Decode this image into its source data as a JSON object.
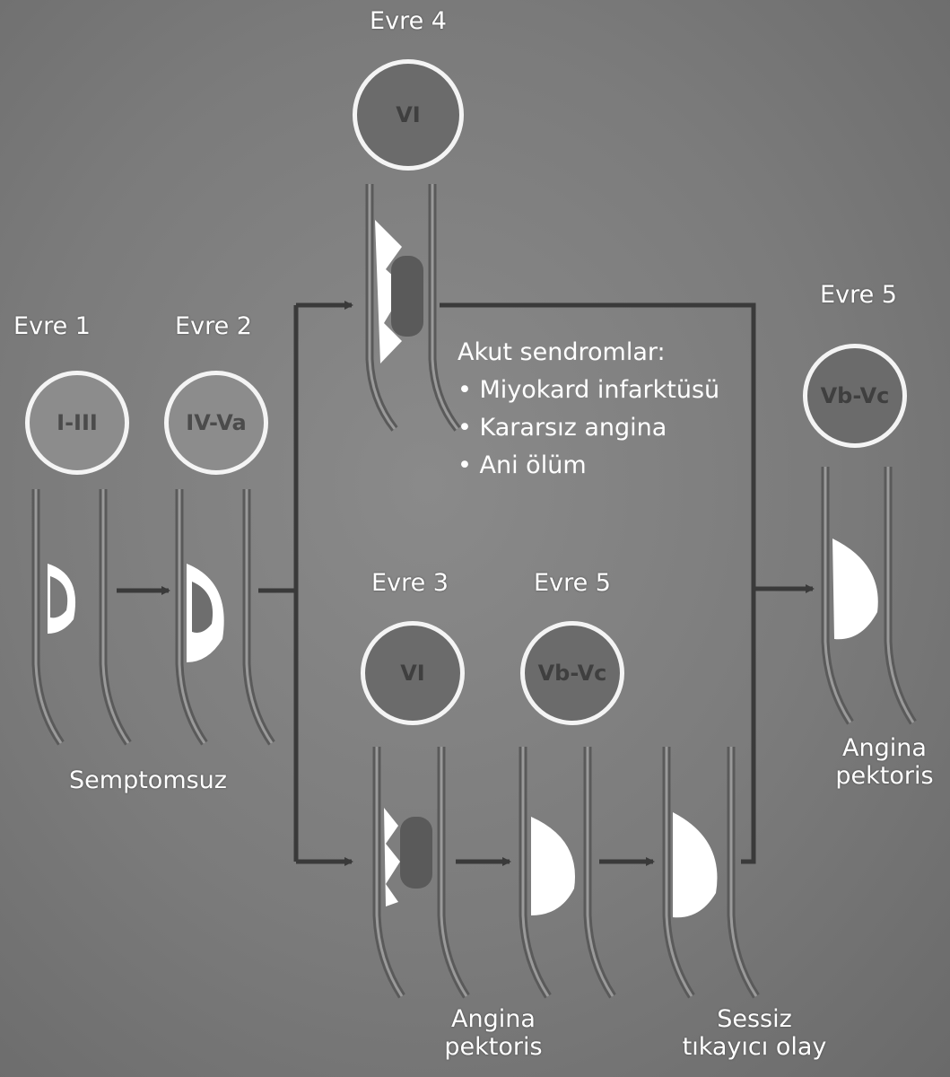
{
  "stages": {
    "stage1": {
      "label": "Evre 1",
      "circle": "I-III"
    },
    "stage2": {
      "label": "Evre 2",
      "circle": "IV-Va"
    },
    "stage4": {
      "label": "Evre 4",
      "circle": "VI"
    },
    "stage3": {
      "label": "Evre 3",
      "circle": "VI"
    },
    "stage5_mid": {
      "label": "Evre 5",
      "circle": "Vb-Vc"
    },
    "stage5_right": {
      "label": "Evre 5",
      "circle": "Vb-Vc"
    }
  },
  "acute": {
    "title": "Akut sendromlar:",
    "items": [
      "Miyokard infarktüsü",
      "Kararsız angina",
      "Ani ölüm"
    ]
  },
  "outcomes": {
    "asymptomatic": "Semptomsuz",
    "angina_left": [
      "Angina",
      "pektoris"
    ],
    "silent": [
      "Sessiz",
      "tıkayıcı olay"
    ],
    "angina_right": [
      "Angina",
      "pektoris"
    ]
  },
  "colors": {
    "background": "#7b7b7b",
    "line": "#3a3a3a",
    "plaque": "#ffffff",
    "thrombus": "#5a5a5a"
  }
}
